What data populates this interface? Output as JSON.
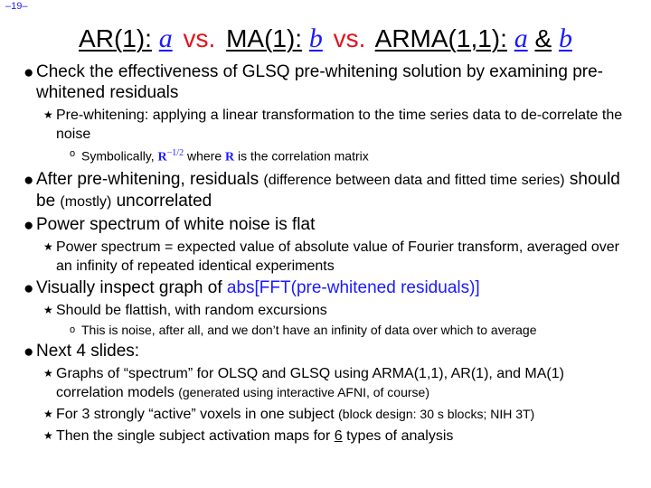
{
  "page_number": "–19–",
  "title": {
    "ar": "AR(1):",
    "a1": "a",
    "vs1": "vs.",
    "ma": "MA(1):",
    "b1": "b",
    "vs2": "vs.",
    "arma": "ARMA(1,1):",
    "a2": "a",
    "amp": "&",
    "b2": "b"
  },
  "bullets": {
    "b1": "Check the effectiveness of GLSQ pre-whitening solution by examining pre-whitened residuals",
    "b1_sub1": "Pre-whitening: applying a linear transformation to the time series data to de-correlate the noise",
    "b1_sub1_sub_pre": "Symbolically,",
    "b1_sub1_sub_R": "R",
    "b1_sub1_sub_exp": "−1/2",
    "b1_sub1_sub_mid": "where",
    "b1_sub1_sub_R2": "R",
    "b1_sub1_sub_post": "is the correlation matrix",
    "b2_a": "After pre-whitening, residuals",
    "b2_b": "(difference between data and fitted time series)",
    "b2_c": "should be",
    "b2_d": "(mostly)",
    "b2_e": "uncorrelated",
    "b3": "Power spectrum of white noise is flat",
    "b3_sub1": "Power spectrum = expected value of absolute value of Fourier transform, averaged over an infinity of repeated identical experiments",
    "b4_a": "Visually inspect graph of",
    "b4_b": "abs[FFT(pre-whitened residuals)]",
    "b4_sub1": "Should be flattish, with random excursions",
    "b4_sub1_sub": "This is noise, after all, and we don’t have an infinity of data over which to average",
    "b5": "Next 4 slides:",
    "b5_sub1_a": "Graphs of “spectrum” for OLSQ and GLSQ using ARMA(1,1), AR(1), and MA(1) correlation models",
    "b5_sub1_b": "(generated using interactive AFNI, of course)",
    "b5_sub2_a": "For 3 strongly “active” voxels in one subject",
    "b5_sub2_b": "(block design: 30 s blocks; NIH 3T)",
    "b5_sub3_a": "Then the single subject activation maps for",
    "b5_sub3_b": "6",
    "b5_sub3_c": "types of analysis"
  },
  "colors": {
    "accent_blue": "#1a1aff",
    "accent_red": "#e0141e"
  },
  "icons": {
    "level1": "bullet-dot-icon",
    "level2": "star-icon",
    "level3": "circle-icon"
  }
}
